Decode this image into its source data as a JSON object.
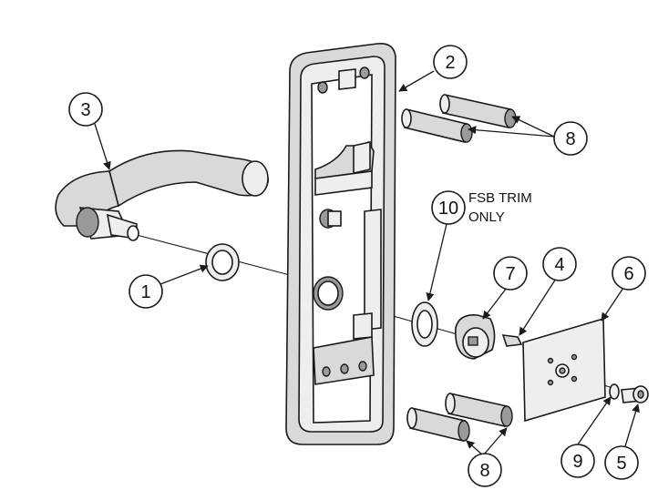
{
  "callouts": {
    "c1": "1",
    "c2": "2",
    "c3": "3",
    "c4": "4",
    "c5": "5",
    "c6": "6",
    "c7": "7",
    "c8_top": "8",
    "c8_bottom": "8",
    "c9": "9",
    "c10": "10"
  },
  "note": {
    "line1": "FSB TRIM",
    "line2": "ONLY"
  }
}
